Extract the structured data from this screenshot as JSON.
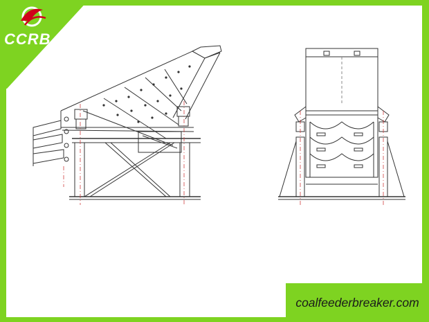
{
  "brand": {
    "logo_text": "CCRB",
    "website": "coalfeederbreaker.com",
    "frame_color": "#7ed321",
    "logo_accent_color": "#d0021b"
  },
  "drawing": {
    "line_color": "#333333",
    "centerline_color": "#d04040",
    "views": [
      "side-elevation",
      "end-elevation"
    ]
  }
}
